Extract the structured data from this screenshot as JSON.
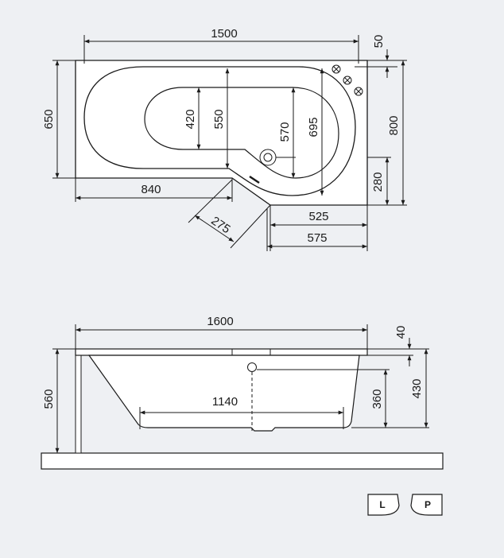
{
  "plan_view": {
    "dims": {
      "total_length": "1500",
      "rim_top": "50",
      "total_width": "650",
      "inner_width": "420",
      "inner_depth": "550",
      "drain_depth": "570",
      "deep_depth": "695",
      "total_depth": "800",
      "front_height": "280",
      "front_length": "840",
      "diagonal": "275",
      "small_length": "525",
      "small_outer": "575"
    }
  },
  "side_view": {
    "dims": {
      "total_length": "1600",
      "rim_thickness": "40",
      "height": "560",
      "bottom_length": "1140",
      "overflow_height": "360",
      "inner_height": "430"
    }
  },
  "badges": {
    "left": "L",
    "right": "P"
  },
  "colors": {
    "background": "#eef0f3",
    "line": "#1a1a1a",
    "fill": "#ffffff"
  }
}
